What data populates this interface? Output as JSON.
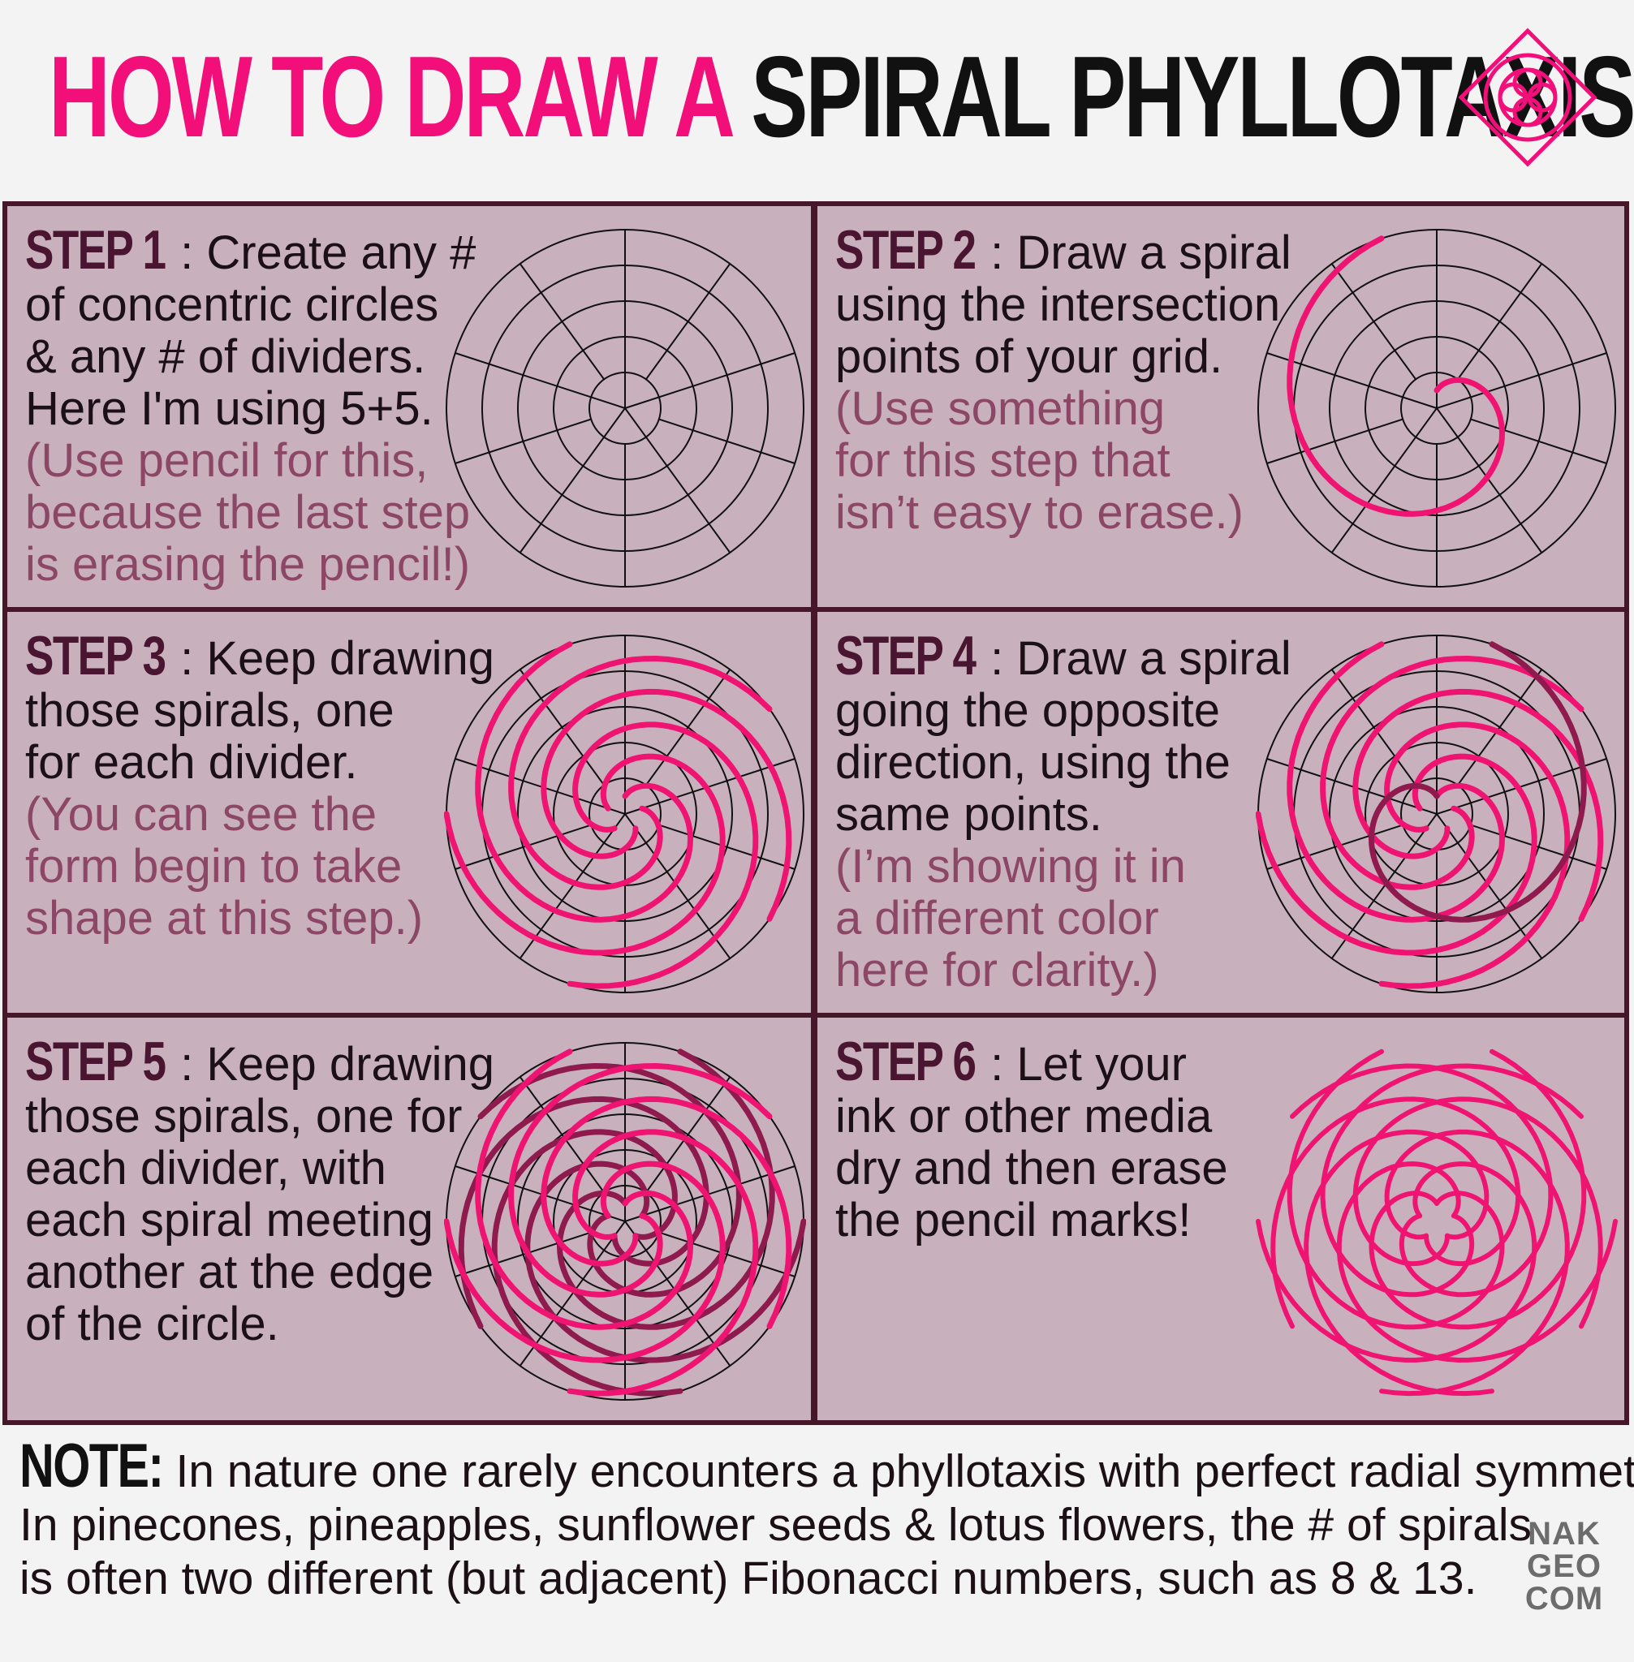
{
  "header": {
    "title_part1": "HOW TO DRAW A",
    "title_part2": "SPIRAL PHYLLOTAXIS"
  },
  "colors": {
    "accent_pink": "#f20f7a",
    "dark_plum": "#451729",
    "panel_bg": "#c8b1bd",
    "note_text": "#8d4766",
    "spiral_pink": "#ef1472",
    "spiral_dark": "#8f1a4e"
  },
  "steps": [
    {
      "label": "STEP 1",
      "lines": [
        "Create any #",
        "of concentric circles",
        "& any # of dividers.",
        "Here I'm using 5+5."
      ],
      "note_lines": [
        "(Use pencil for this,",
        "because the last step",
        "is erasing the pencil!)"
      ]
    },
    {
      "label": "STEP 2",
      "lines": [
        "Draw a spiral",
        "using the intersection",
        "points of your grid."
      ],
      "note_lines": [
        "(Use something",
        "for this step that",
        "isn’t easy to erase.)"
      ]
    },
    {
      "label": "STEP 3",
      "lines": [
        "Keep drawing",
        "those spirals, one",
        "for each divider."
      ],
      "note_lines": [
        "(You can see the",
        "form begin to take",
        "shape at this step.)"
      ]
    },
    {
      "label": "STEP 4",
      "lines": [
        "Draw a spiral",
        "going the opposite",
        "direction, using the",
        "same points."
      ],
      "note_lines": [
        "(I’m showing it in",
        "a different color",
        "here for clarity.)"
      ]
    },
    {
      "label": "STEP 5",
      "lines": [
        "Keep drawing",
        "those spirals, one for",
        "each divider, with",
        "each spiral meeting",
        "another at the edge",
        "of the circle."
      ],
      "note_lines": []
    },
    {
      "label": "STEP 6",
      "lines": [
        "Let your",
        "ink or other media",
        "dry and then erase",
        "the pencil marks!"
      ],
      "note_lines": []
    }
  ],
  "footer": {
    "label": "NOTE:",
    "lines": [
      "In nature one rarely encounters a phyllotaxis with perfect radial symmetry.",
      "In pinecones, pineapples, sunflower seeds & lotus flowers, the # of spirals",
      "is often two different (but adjacent) Fibonacci numbers, such as 8 & 13."
    ],
    "brand": [
      "NAK",
      "GEO",
      "COM"
    ]
  }
}
